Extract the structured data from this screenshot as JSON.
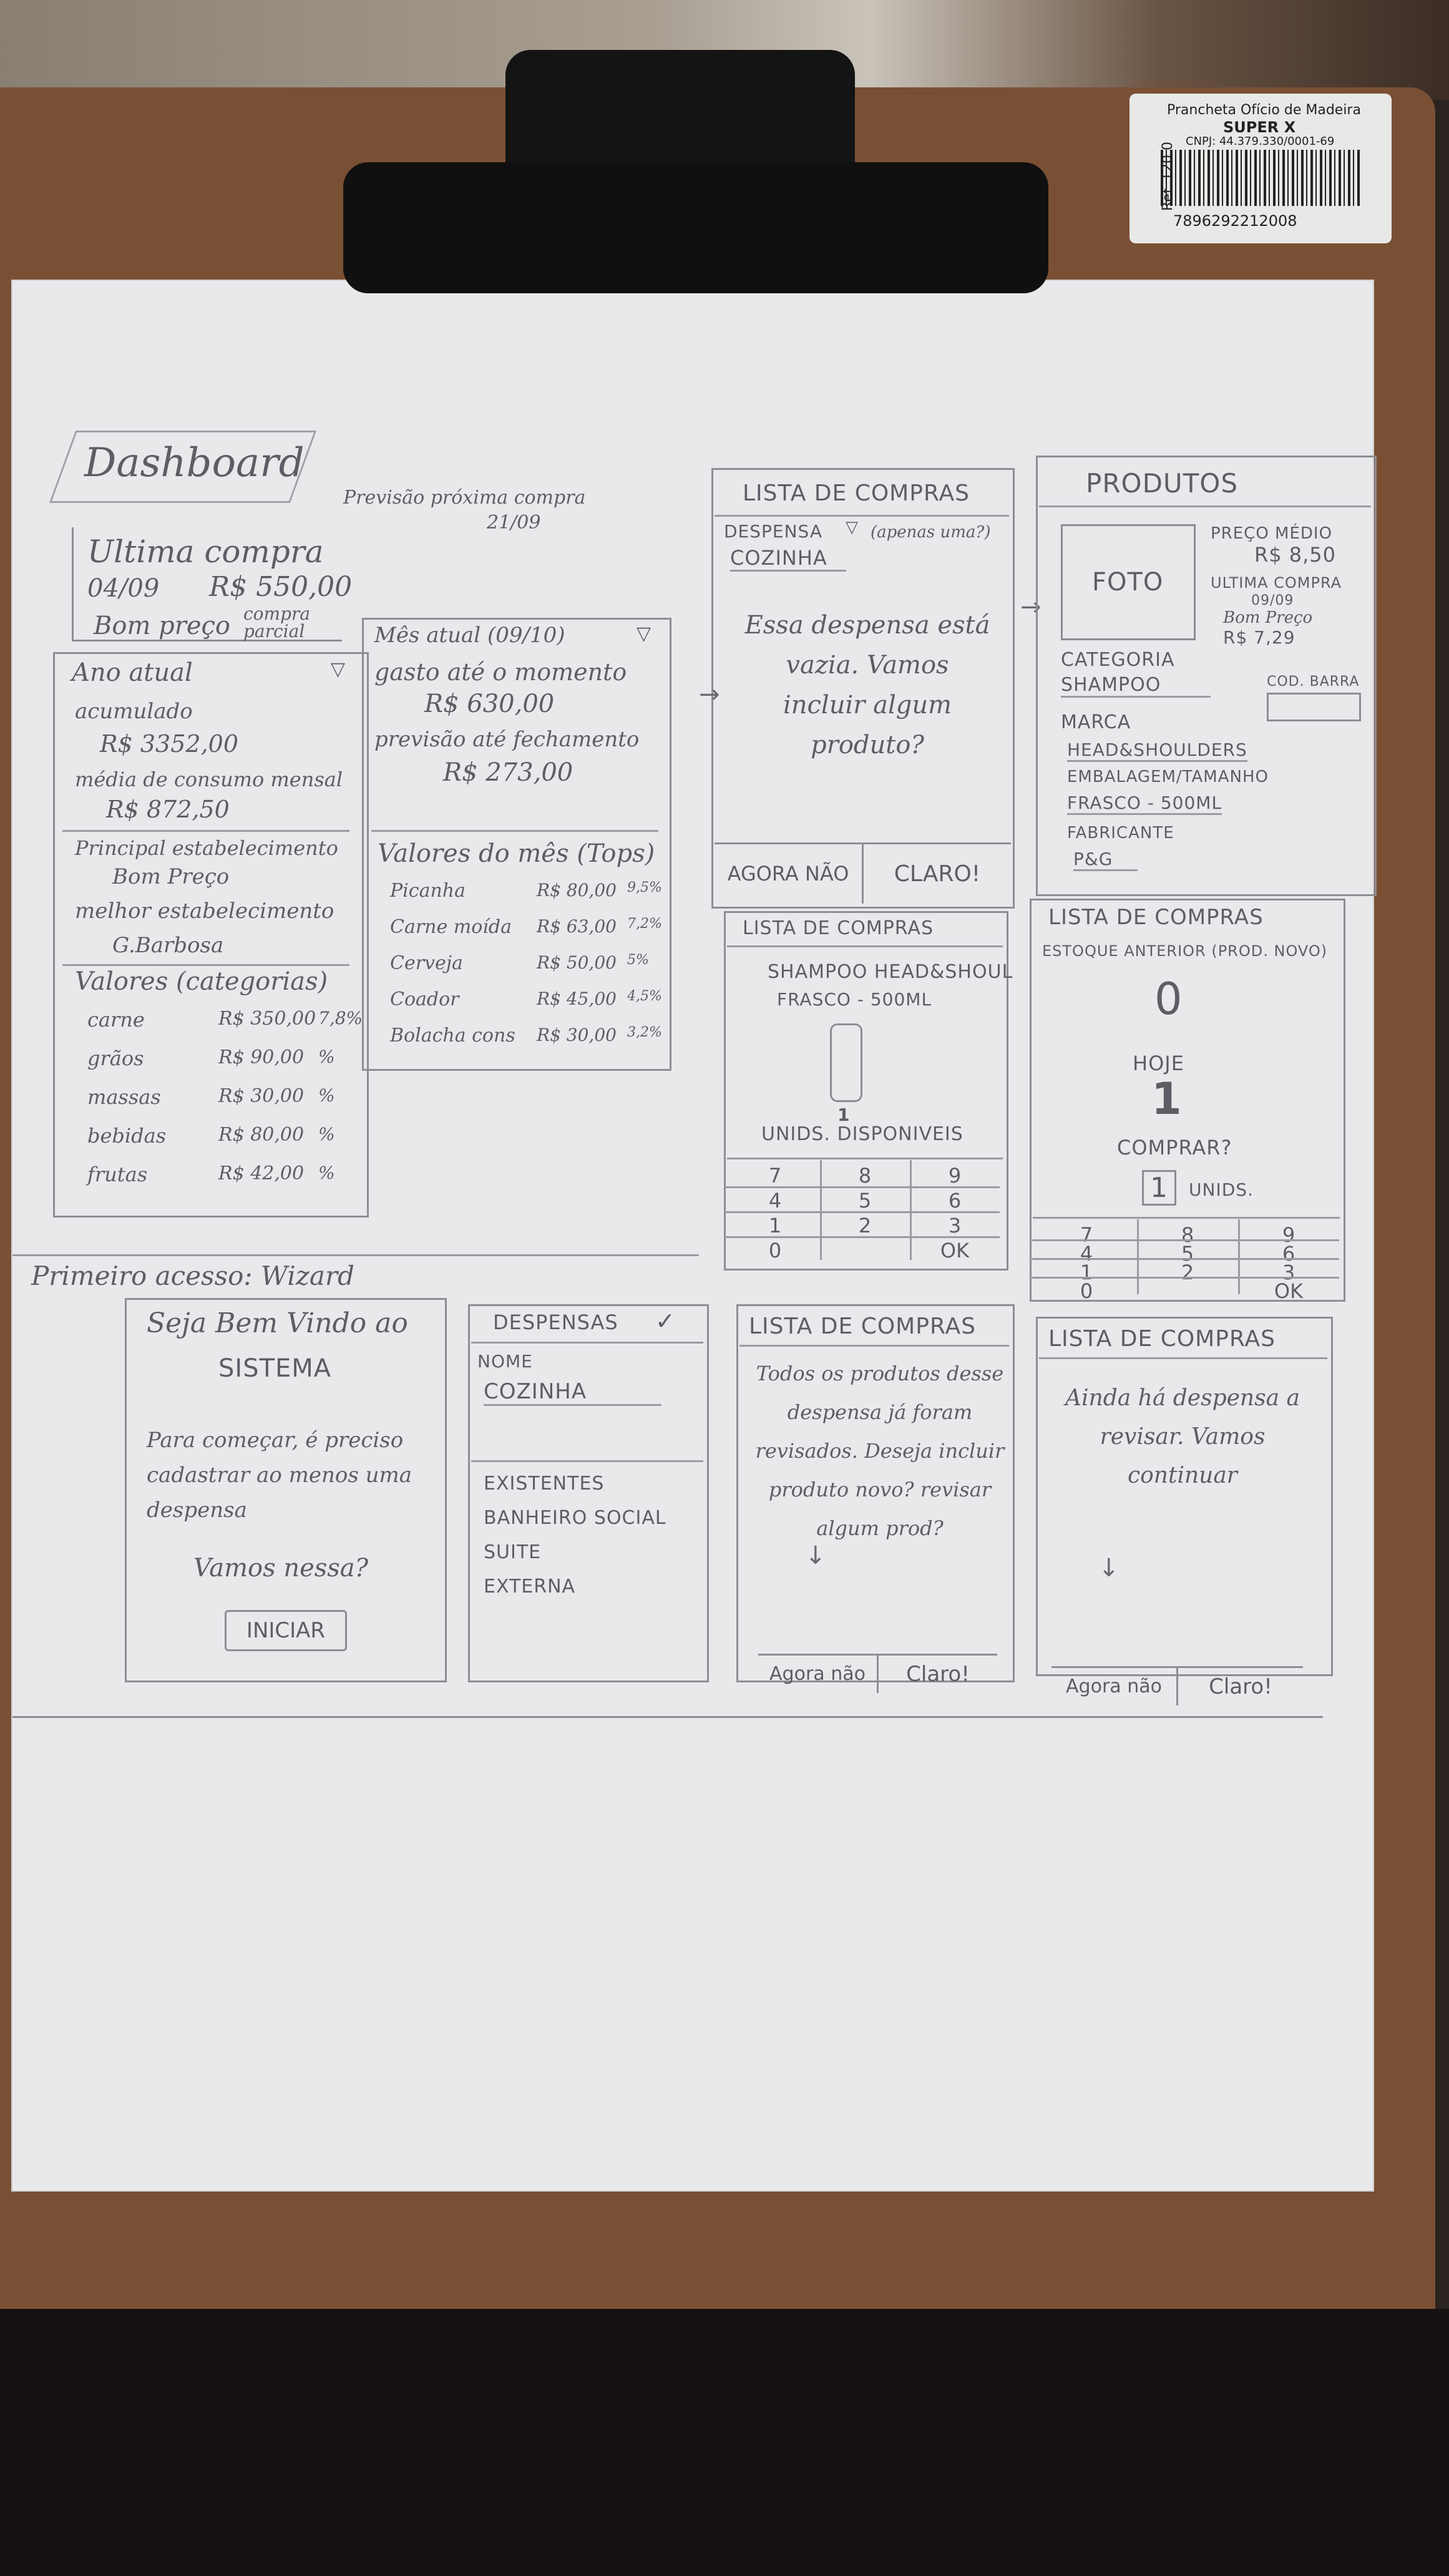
{
  "barcode": {
    "brand": "Prancheta Ofício de Madeira",
    "model": "SUPER X",
    "cnpj": "CNPJ: 44.379.330/0001-69",
    "ref": "Ref. 120.0",
    "code": "7896292212008"
  },
  "dashboard": {
    "title": "Dashboard",
    "next_purchase_note": "Previsão próxima compra",
    "next_purchase_date": "21/09",
    "last_purchase_label": "Ultima compra",
    "last_purchase_date": "04/09",
    "last_purchase_value": "R$ 550,00",
    "last_purchase_place": "Bom preço",
    "last_purchase_status": "compra parcial",
    "year_label": "Ano atual",
    "year_accumulated_label": "acumulado",
    "year_accumulated": "R$ 3352,00",
    "year_avg_label": "média de consumo mensal",
    "year_avg": "R$ 872,50",
    "main_store_label": "Principal estabelecimento",
    "main_store": "Bom Preço",
    "best_store_label": "melhor estabelecimento",
    "best_store": "G.Barbosa",
    "categories_title": "Valores (categorias)",
    "categories": [
      {
        "name": "carne",
        "value": "R$ 350,00",
        "pct": "7,8%"
      },
      {
        "name": "grãos",
        "value": "R$ 90,00",
        "pct": "%"
      },
      {
        "name": "massas",
        "value": "R$ 30,00",
        "pct": "%"
      },
      {
        "name": "bebidas",
        "value": "R$ 80,00",
        "pct": "%"
      },
      {
        "name": "frutas",
        "value": "R$ 42,00",
        "pct": "%"
      }
    ],
    "month_label": "Mês atual (09/10)",
    "month_spent_label": "gasto até o momento",
    "month_spent": "R$ 630,00",
    "month_forecast_label": "previsão até fechamento",
    "month_forecast": "R$ 273,00",
    "tops_title": "Valores do mês (Tops)",
    "tops": [
      {
        "name": "Picanha",
        "value": "R$ 80,00",
        "pct": "9,5%"
      },
      {
        "name": "Carne moída",
        "value": "R$ 63,00",
        "pct": "7,2%"
      },
      {
        "name": "Cerveja",
        "value": "R$ 50,00",
        "pct": "5%"
      },
      {
        "name": "Coador",
        "value": "R$ 45,00",
        "pct": "4,5%"
      },
      {
        "name": "Bolacha cons",
        "value": "R$ 30,00",
        "pct": "3,2%"
      }
    ]
  },
  "wizard": {
    "section_label": "Primeiro acesso: Wizard",
    "welcome_line1": "Seja Bem Vindo ao",
    "welcome_line2": "SISTEMA",
    "welcome_body": "Para começar, é preciso cadastrar ao menos uma despensa",
    "welcome_question": "Vamos nessa?",
    "start_button": "INICIAR",
    "pantry_title": "DESPENSAS",
    "name_label": "NOME",
    "name_value": "COZINHA",
    "existing_label": "EXISTENTES",
    "existing": [
      "BANHEIRO SOCIAL",
      "SUITE",
      "EXTERNA"
    ]
  },
  "list1": {
    "title": "LISTA DE COMPRAS",
    "pantry_label": "DESPENSA",
    "pantry_note": "(apenas uma?)",
    "pantry_value": "COZINHA",
    "body": "Essa despensa está vazia. Vamos incluir algum produto?",
    "no_button": "AGORA NÃO",
    "yes_button": "CLARO!"
  },
  "products": {
    "title": "PRODUTOS",
    "photo": "FOTO",
    "avg_price_label": "PREÇO MÉDIO",
    "avg_price": "R$ 8,50",
    "last_purchase_label": "ULTIMA COMPRA",
    "last_purchase_date": "09/09",
    "last_purchase_store": "Bom Preço",
    "last_purchase_value": "R$ 7,29",
    "category_label": "CATEGORIA",
    "category": "SHAMPOO",
    "barcode_label": "COD. BARRA",
    "brand_label": "MARCA",
    "brand": "HEAD&SHOULDERS",
    "package_label": "EMBALAGEM/TAMANHO",
    "package": "FRASCO - 500ML",
    "maker_label": "FABRICANTE",
    "maker": "P&G"
  },
  "list2": {
    "title": "LISTA DE COMPRAS",
    "product": "SHAMPOO HEAD&SHOUL",
    "package": "FRASCO - 500ML",
    "count": "1",
    "available_label": "UNIDS. DISPONIVEIS",
    "keys": [
      "7",
      "8",
      "9",
      "4",
      "5",
      "6",
      "1",
      "2",
      "3",
      "0",
      "",
      "OK"
    ]
  },
  "list3": {
    "title": "LISTA DE COMPRAS",
    "prev_stock_label": "ESTOQUE ANTERIOR (PROD. NOVO)",
    "prev_stock": "0",
    "today_label": "HOJE",
    "today": "1",
    "buy_label": "COMPRAR?",
    "buy_value": "1",
    "units_label": "UNIDS.",
    "keys": [
      "7",
      "8",
      "9",
      "4",
      "5",
      "6",
      "1",
      "2",
      "3",
      "0",
      "",
      "OK"
    ]
  },
  "list4": {
    "title": "LISTA DE COMPRAS",
    "body": "Todos os produtos desse despensa já foram revisados. Deseja incluir produto novo? revisar algum prod?",
    "no_button": "Agora não",
    "yes_button": "Claro!"
  },
  "list5": {
    "title": "LISTA DE COMPRAS",
    "body": "Ainda há despensa a revisar. Vamos continuar",
    "no_button": "Agora não",
    "yes_button": "Claro!"
  }
}
